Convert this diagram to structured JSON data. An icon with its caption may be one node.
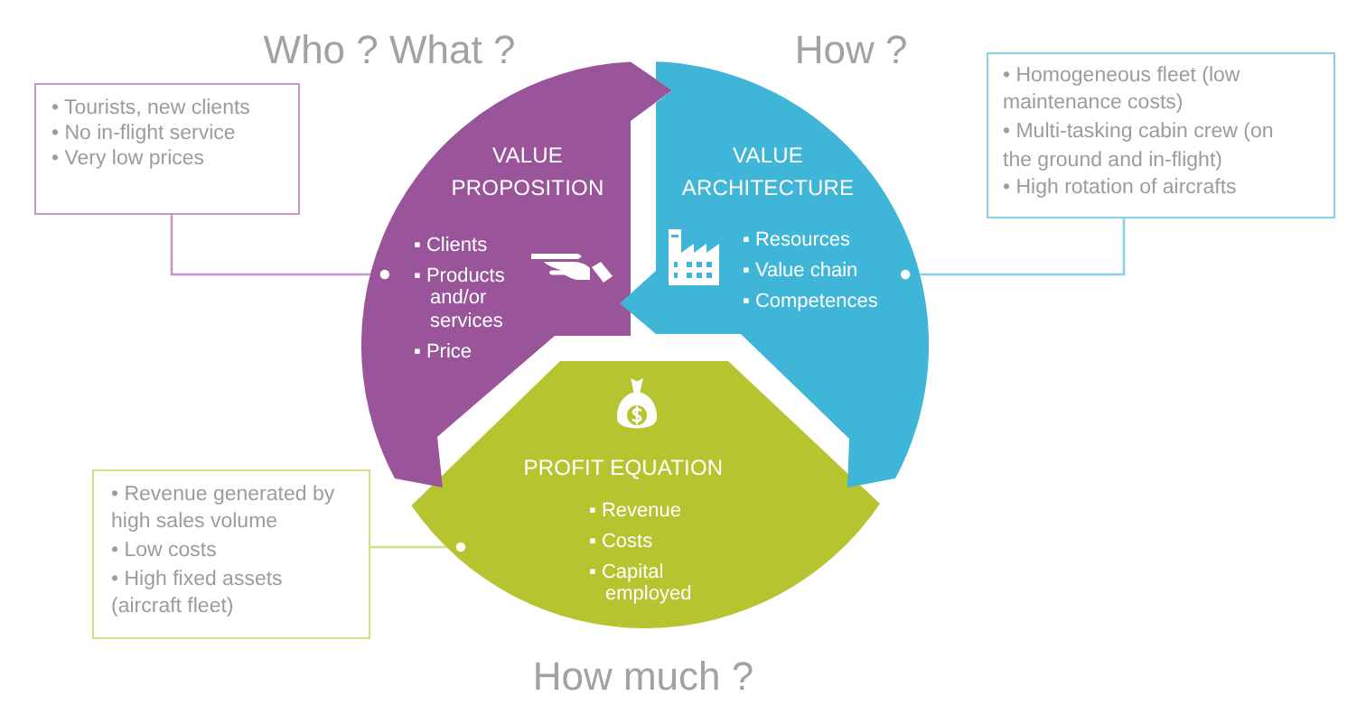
{
  "diagram": {
    "nodes": [
      {
        "text": [
          "VALUE PROPOSITION",
          "▪ Clients",
          "▪ Products and/or services",
          "▪ Price"
        ],
        "beside": [
          "Who ? What ?"
        ]
      },
      {
        "text": [
          "• Tourists, new clients",
          "• No in-flight service",
          "• Very low prices"
        ]
      },
      {
        "text": [
          "VALUE ARCHITECTURE",
          "▪ Resources",
          "▪ Value chain",
          "▪ Competences"
        ],
        "beside": [
          "How ?"
        ]
      },
      {
        "text": [
          "• Homogeneous fleet (low maintenance costs)",
          "• Multi-tasking cabin crew (on the ground and in-flight)",
          "• High rotation of aircrafts"
        ]
      },
      {
        "text": [
          "PROFIT EQUATION",
          "▪ Revenue",
          "▪ Costs",
          "▪ Capital employed"
        ],
        "beside": [
          "How much ?"
        ]
      },
      {
        "text": [
          "• Revenue generated by high sales volume",
          "• Low costs",
          "• High fixed assets (aircraft fleet)"
        ]
      }
    ],
    "edges": [
      {
        "from": 1,
        "to": 0,
        "arrow": "other",
        "color": "#c795c9"
      },
      {
        "from": 3,
        "to": 2,
        "arrow": "other",
        "color": "#86d1e9"
      },
      {
        "from": 5,
        "to": 4,
        "arrow": "other",
        "color": "#cfe088"
      }
    ]
  }
}
